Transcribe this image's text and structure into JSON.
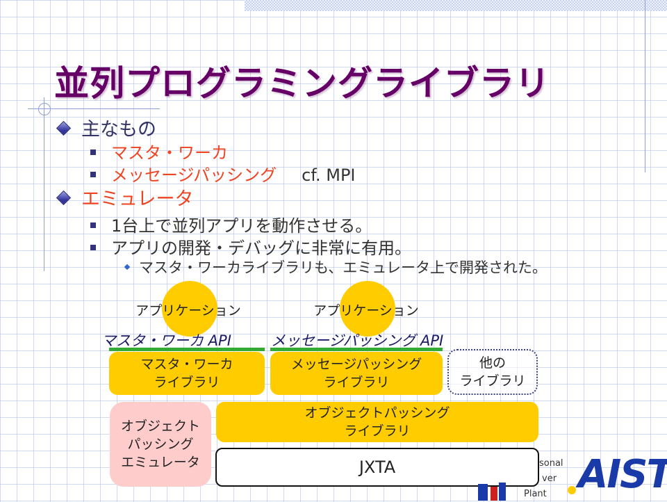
{
  "slide": {
    "title": "並列プログラミングライブラリ",
    "bullets": [
      {
        "text": "主なもの"
      },
      {
        "text": "マスタ・ワーカ"
      },
      {
        "text": "メッセージパッシング",
        "suffix": "cf. MPI"
      },
      {
        "text": "エミュレータ"
      },
      {
        "text": "1台上で並列アプリを動作させる。"
      },
      {
        "text": "アプリの開発・デバッグに非常に有用。"
      },
      {
        "text": "マスタ・ワーカライブラリも、エミュレータ上で開発された。"
      }
    ]
  },
  "diagram": {
    "app_label_1": "アプリケーション",
    "app_label_2": "アプリケーション",
    "api_1": "マスタ・ワーカ API",
    "api_2": "メッセージパッシング API",
    "box_mw": [
      "マスタ・ワーカ",
      "ライブラリ"
    ],
    "box_mp": [
      "メッセージパッシング",
      "ライブラリ"
    ],
    "box_other": [
      "他の",
      "ライブラリ"
    ],
    "box_op": [
      "オブジェクトパッシング",
      "ライブラリ"
    ],
    "box_emu": [
      "オブジェクト",
      "パッシング",
      "エミュレータ"
    ],
    "box_jxta": "JXTA"
  },
  "logos": {
    "pp_lines": [
      "sonal",
      "ver",
      "Plant"
    ],
    "aist": "AIST"
  },
  "colors": {
    "title": "#660066",
    "accent_red": "#ee4422",
    "yellow": "#ffcc00",
    "pink": "#ffcccc",
    "green_bar": "#33aa33"
  }
}
